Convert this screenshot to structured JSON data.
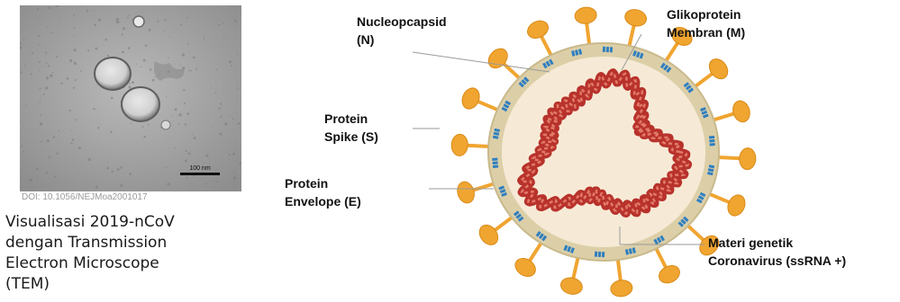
{
  "micrograph": {
    "scale_bar_label": "100 nm",
    "doi": "DOI: 10.1056/NEJMoa2001017"
  },
  "caption": {
    "lines": [
      "Visualisasi 2019-nCoV",
      "dengan Transmission",
      "Electron Microscope",
      "(TEM)"
    ]
  },
  "labels": {
    "nucleocapsid": [
      "Nucleopcapsid",
      "(N)"
    ],
    "glycoprotein": [
      "Glikoprotein",
      "Membran (M)"
    ],
    "spike": [
      "Protein",
      "Spike (S)"
    ],
    "envelope": [
      "Protein",
      "Envelope (E)"
    ],
    "genetic": [
      "Materi genetik",
      "Coronavirus (ssRNA +)"
    ]
  },
  "colors": {
    "spike": "#f0a531",
    "spike_dark": "#d98a16",
    "envelope": "#dccfa8",
    "interior": "#f6ead6",
    "rna": "#b8322c",
    "rna_light": "#e27a68",
    "membrane_protein": "#2f7fc0"
  }
}
